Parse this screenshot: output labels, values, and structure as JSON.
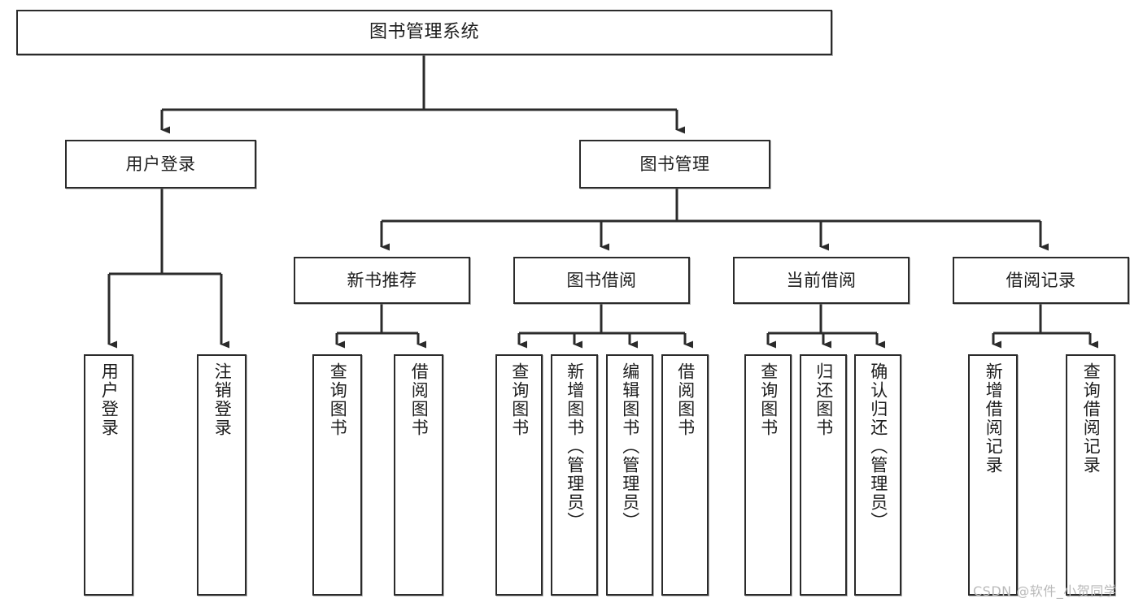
{
  "diagram": {
    "title": "图书管理系统",
    "type": "tree-structure-chart",
    "root": {
      "id": "root",
      "label": "图书管理系统"
    },
    "level2": [
      {
        "id": "user-login",
        "label": "用户登录"
      },
      {
        "id": "book-manage",
        "label": "图书管理"
      }
    ],
    "level3": [
      {
        "id": "new-book-rec",
        "label": "新书推荐",
        "parent": "book-manage"
      },
      {
        "id": "book-borrow",
        "label": "图书借阅",
        "parent": "book-manage"
      },
      {
        "id": "current-borrow",
        "label": "当前借阅",
        "parent": "book-manage"
      },
      {
        "id": "borrow-record",
        "label": "借阅记录",
        "parent": "book-manage"
      }
    ],
    "leaves": {
      "user-login": [
        {
          "id": "leaf-user-login",
          "label": "用户登录"
        },
        {
          "id": "leaf-user-logout",
          "label": "注销登录"
        }
      ],
      "new-book-rec": [
        {
          "id": "leaf-query-book-1",
          "label": "查询图书"
        },
        {
          "id": "leaf-borrow-book-1",
          "label": "借阅图书"
        }
      ],
      "book-borrow": [
        {
          "id": "leaf-query-book-2",
          "label": "查询图书"
        },
        {
          "id": "leaf-add-book",
          "label": "新增图书（管理员）"
        },
        {
          "id": "leaf-edit-book",
          "label": "编辑图书（管理员）"
        },
        {
          "id": "leaf-borrow-book-2",
          "label": "借阅图书"
        }
      ],
      "current-borrow": [
        {
          "id": "leaf-query-book-3",
          "label": "查询图书"
        },
        {
          "id": "leaf-return-book",
          "label": "归还图书"
        },
        {
          "id": "leaf-confirm-return",
          "label": "确认归还（管理员）"
        }
      ],
      "borrow-record": [
        {
          "id": "leaf-add-record",
          "label": "新增借阅记录"
        },
        {
          "id": "leaf-query-record",
          "label": "查询借阅记录"
        }
      ]
    }
  },
  "watermark": {
    "text": "CSDN @软件_小贺同学"
  },
  "colors": {
    "box_border": "#2b2b2b",
    "box_fill": "#ffffff",
    "connector": "#2b2b2b",
    "text": "#1d1d1d",
    "watermark": "#b9b9b9",
    "background": "#ffffff"
  }
}
